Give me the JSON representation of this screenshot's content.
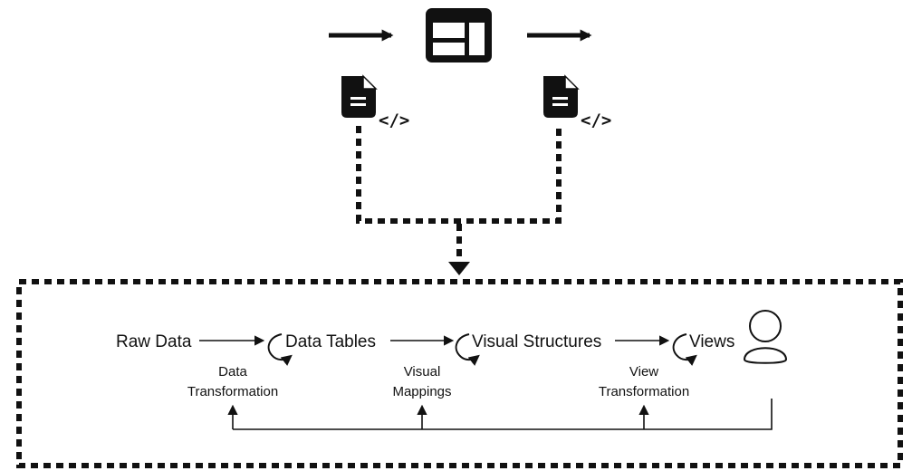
{
  "top": {
    "input_code_tag": "</>",
    "output_code_tag": "</>"
  },
  "pipeline": {
    "stages": [
      "Raw Data",
      "Data Tables",
      "Visual Structures",
      "Views"
    ],
    "transforms": [
      {
        "line1": "Data",
        "line2": "Transformation"
      },
      {
        "line1": "Visual",
        "line2": "Mappings"
      },
      {
        "line1": "View",
        "line2": "Transformation"
      }
    ]
  },
  "icons": {
    "window": "window-layout-icon",
    "document": "code-document-icon",
    "user": "user-icon",
    "cycle": "cycle-arrow-icon"
  },
  "colors": {
    "ink": "#111111",
    "background": "#ffffff"
  }
}
